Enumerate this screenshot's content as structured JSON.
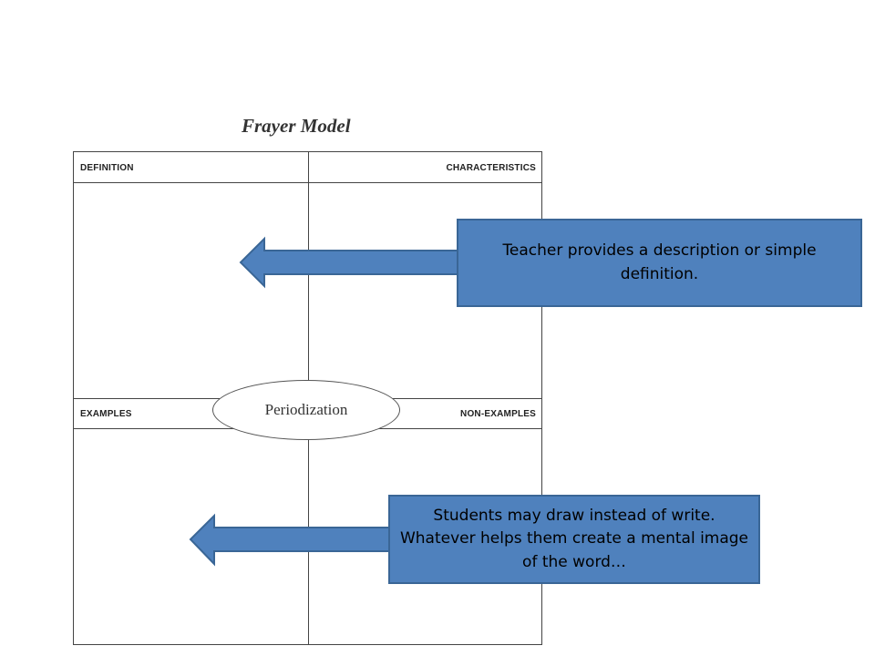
{
  "frayer_model": {
    "title": "Frayer Model",
    "quadrants": {
      "definition": "DEFINITION",
      "characteristics": "CHARACTERISTICS",
      "examples": "EXAMPLES",
      "non_examples": "NON-EXAMPLES"
    },
    "center_word": "Periodization"
  },
  "callouts": [
    {
      "text": "Teacher provides a description or simple definition."
    },
    {
      "text": "Students may draw instead of write. Whatever helps them create a mental image of the word…"
    }
  ],
  "colors": {
    "callout_fill": "#4f81bd",
    "callout_border": "#3a6696",
    "grid_line": "#444444"
  }
}
